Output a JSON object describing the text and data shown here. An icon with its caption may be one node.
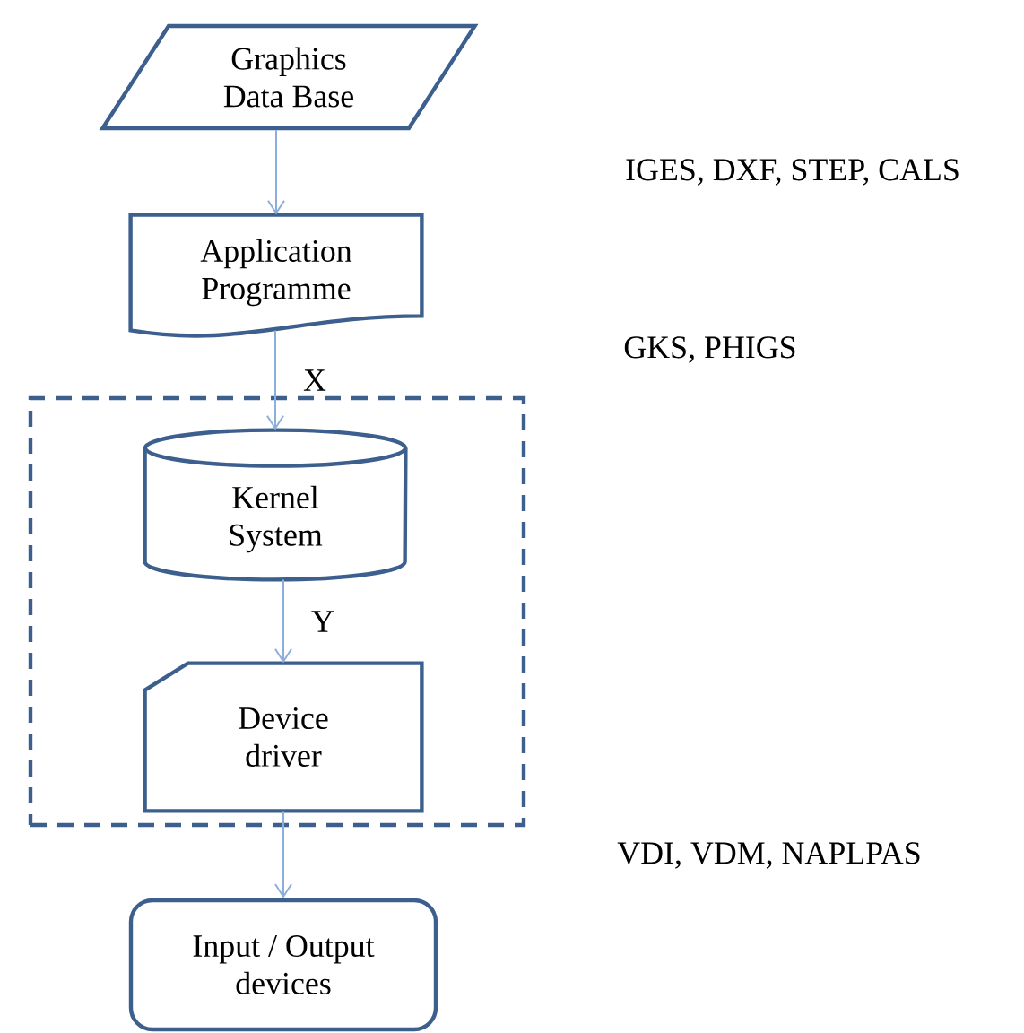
{
  "diagram": {
    "nodes": [
      {
        "text": [
          "Graphics Data Base"
        ]
      },
      {
        "text": [
          "Application Programme"
        ]
      },
      {
        "text": [],
        "shape": "box"
      },
      {
        "text": [
          "Kernel System"
        ],
        "in": 2
      },
      {
        "text": [
          "Device driver"
        ],
        "in": 2
      },
      {
        "text": [
          "Input / Output devices"
        ]
      }
    ],
    "edges": [
      {
        "from": 0,
        "to": 1,
        "arrow": "to"
      },
      {
        "from": 1,
        "to": 3,
        "arrow": "to",
        "label": "X"
      },
      {
        "from": 3,
        "to": 4,
        "arrow": "to",
        "label": "Y"
      },
      {
        "from": 4,
        "to": 5,
        "arrow": "to"
      }
    ],
    "labels": [
      "IGES,  DXF, STEP, CALS",
      "GKS, PHIGS",
      "VDI, VDM, NAPLPAS"
    ]
  }
}
